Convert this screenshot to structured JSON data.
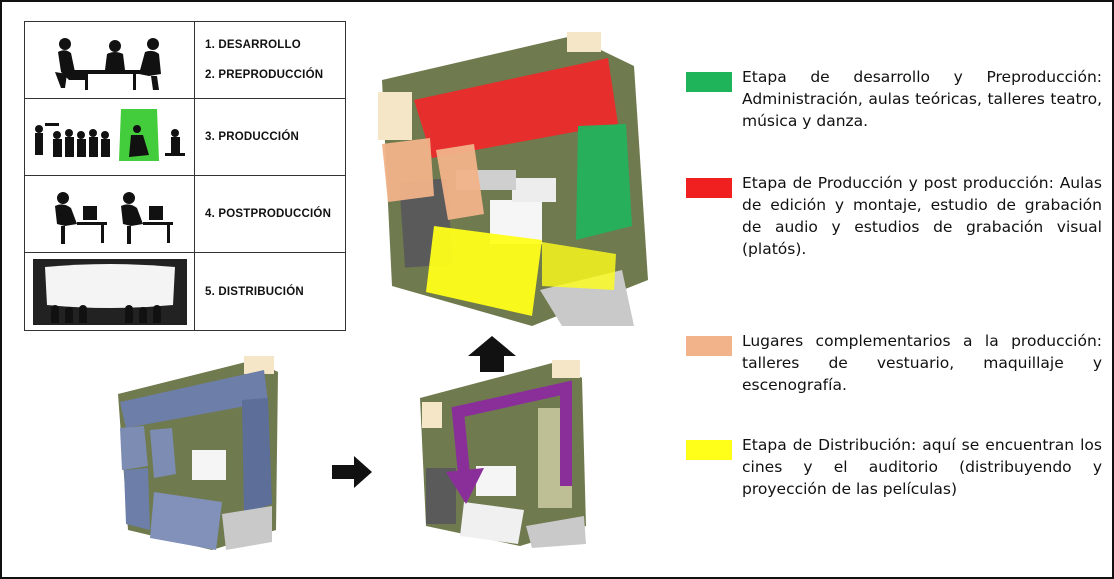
{
  "stages": [
    {
      "labels": [
        "1. DESARROLLO",
        "2. PREPRODUCCIÓN"
      ],
      "icon": "meeting-people-icon"
    },
    {
      "labels": [
        "3. PRODUCCIÓN"
      ],
      "icon": "film-crew-icon"
    },
    {
      "labels": [
        "4. POSTPRODUCCIÓN"
      ],
      "icon": "editors-at-desks-icon"
    },
    {
      "labels": [
        "5. DISTRIBUCIÓN"
      ],
      "icon": "cinema-audience-icon"
    }
  ],
  "legend": [
    {
      "color": "#1fb35a",
      "text": "Etapa de desarrollo y Preproducción: Administración, aulas teóricas, talleres teatro, música y danza."
    },
    {
      "color": "#f02020",
      "text": "Etapa de Producción y post producción: Aulas de edición y montaje, estudio de grabación de audio y estudios de grabación visual (platós)."
    },
    {
      "color": "#f2b38a",
      "text": "Lugares complementarios a la producción: talleres de vestuario, maquillaje y escenografía."
    },
    {
      "color": "#ffff1a",
      "text": "Etapa de Distribución: aquí se encuentran los cines y el auditorio (distribuyendo y proyección de las películas)"
    }
  ],
  "colors": {
    "site_green": "#6f7a4e",
    "blue_zone": "#6d7ea8",
    "circulation_arrow": "#8a2f9a",
    "flow_arrow": "#111111"
  }
}
